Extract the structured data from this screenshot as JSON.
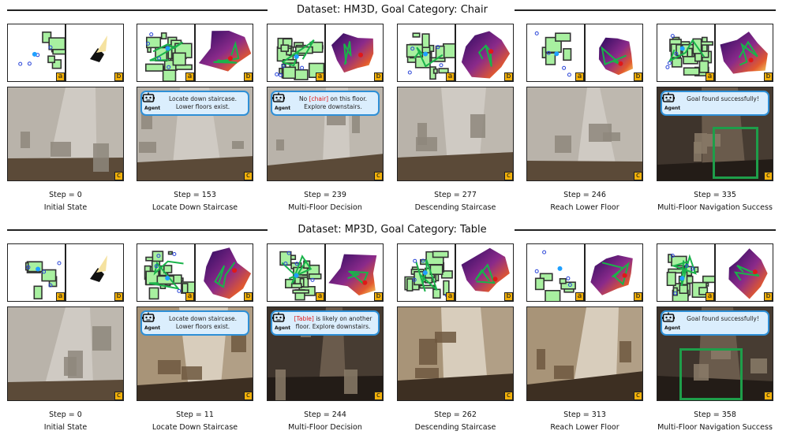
{
  "sections": [
    {
      "title": "Dataset: HM3D, Goal Category: Chair",
      "steps": [
        {
          "step": "Step = 0",
          "label": "Initial State",
          "bubble": null
        },
        {
          "step": "Step = 153",
          "label": "Locate Down Staircase",
          "bubble": {
            "pre": "",
            "hl": "",
            "post": "Locate down staircase. Lower floors exist."
          }
        },
        {
          "step": "Step = 239",
          "label": "Multi-Floor Decision",
          "bubble": {
            "pre": "No ",
            "hl": "[chair]",
            "post": " on this floor. Explore downstairs."
          }
        },
        {
          "step": "Step = 277",
          "label": "Descending Staircase",
          "bubble": null
        },
        {
          "step": "Step = 246",
          "label": "Reach Lower Floor",
          "bubble": null
        },
        {
          "step": "Step = 335",
          "label": "Multi-Floor Navigation Success",
          "bubble": {
            "pre": "",
            "hl": "",
            "post": "Goal found successfully!"
          }
        }
      ]
    },
    {
      "title": "Dataset: MP3D, Goal Category: Table",
      "steps": [
        {
          "step": "Step = 0",
          "label": "Initial State",
          "bubble": null
        },
        {
          "step": "Step = 11",
          "label": "Locate Down Staircase",
          "bubble": {
            "pre": "",
            "hl": "",
            "post": "Locate down staircase. Lower floors exist."
          }
        },
        {
          "step": "Step = 244",
          "label": "Multi-Floor Decision",
          "bubble": {
            "pre": "",
            "hl": "[Table]",
            "post": " is likely on another floor. Explore downstairs."
          }
        },
        {
          "step": "Step = 262",
          "label": "Descending Staircase",
          "bubble": null
        },
        {
          "step": "Step = 313",
          "label": "Reach Lower Floor",
          "bubble": null
        },
        {
          "step": "Step = 358",
          "label": "Multi-Floor Navigation Success",
          "bubble": {
            "pre": "",
            "hl": "",
            "post": "Goal found successfully!"
          }
        }
      ]
    }
  ],
  "panel_tags": {
    "a": "a",
    "b": "b",
    "c": "c"
  },
  "agent_label": "Agent",
  "icons": {
    "agent": "robot-icon"
  },
  "colors": {
    "bubble_border": "#2e8fd6",
    "bubble_fill": "#dbeefd",
    "highlight": "#e01818",
    "goal_box": "#1e9e4a",
    "tag": "#f3b10a"
  }
}
